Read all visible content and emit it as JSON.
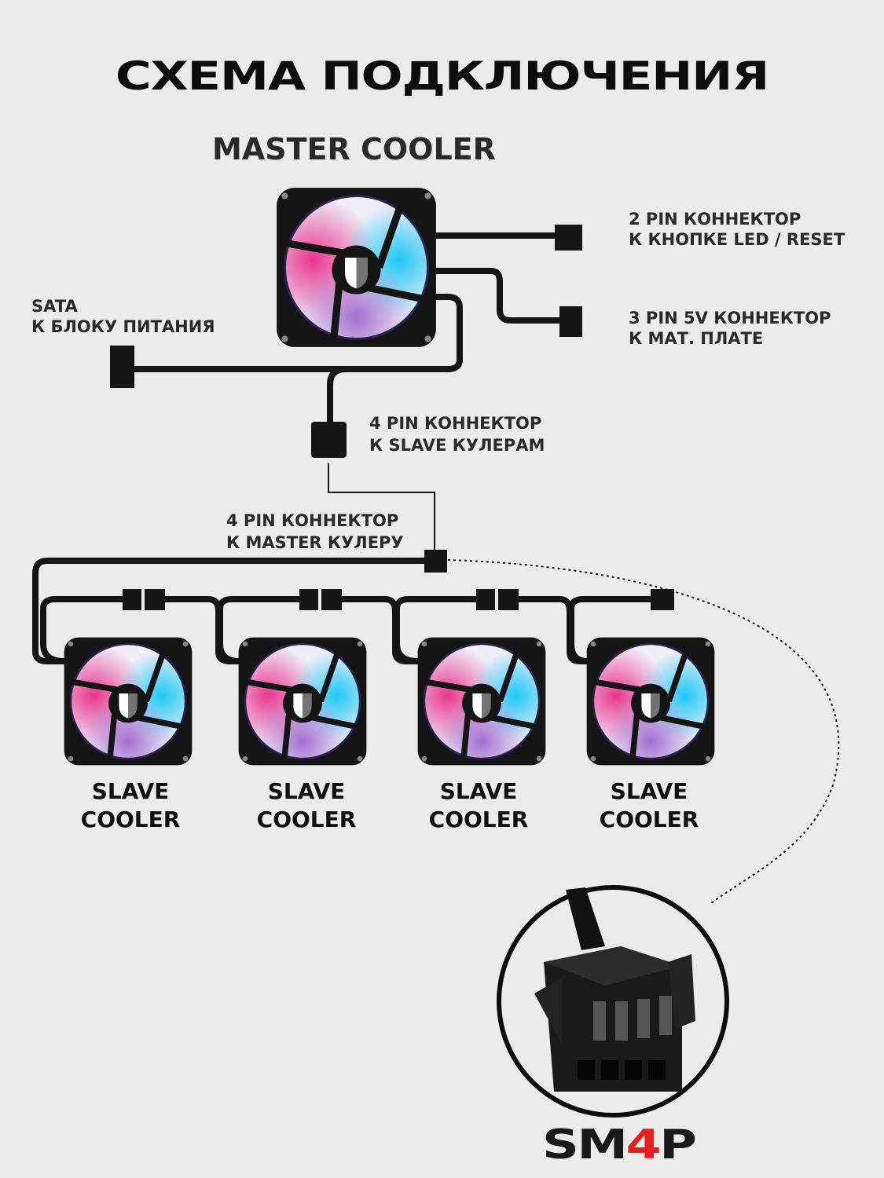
{
  "title": "СХЕМА ПОДКЛЮЧЕНИЯ",
  "master_label": "MASTER COOLER",
  "connectors": {
    "led_reset": {
      "line1": "2 PIN КОННЕКТОР",
      "line2": "К КНОПКЕ LED / RESET"
    },
    "motherboard": {
      "line1": "3 PIN 5V КОННЕКТОР",
      "line2": "К МАТ. ПЛАТЕ"
    },
    "sata": {
      "line1": "SATA",
      "line2": "К БЛОКУ ПИТАНИЯ"
    },
    "to_slaves": {
      "line1": "4 PIN КОННЕКТОР",
      "line2": "К SLAVE КУЛЕРАМ"
    },
    "to_master": {
      "line1": "4 PIN КОННЕКТОР",
      "line2": "К MASTER КУЛЕРУ"
    }
  },
  "slaves": [
    {
      "line1": "SLAVE",
      "line2": "COOLER"
    },
    {
      "line1": "SLAVE",
      "line2": "COOLER"
    },
    {
      "line1": "SLAVE",
      "line2": "COOLER"
    },
    {
      "line1": "SLAVE",
      "line2": "COOLER"
    }
  ],
  "logo": {
    "part1": "SM",
    "accent": "4",
    "part2": "P",
    "accent_color": "#e61e1e"
  }
}
